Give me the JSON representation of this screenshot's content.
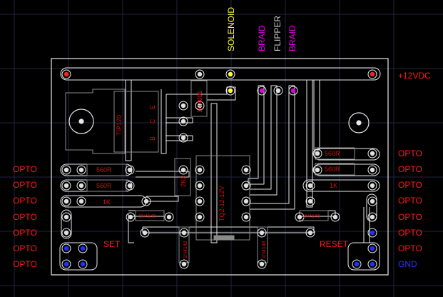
{
  "top_labels": {
    "solenoid": "SOLENOID",
    "braid_left": "BRAID",
    "flipper": "FLIPPER",
    "braid_right": "BRAID"
  },
  "right_labels": {
    "v12": "+12VDC",
    "opto": [
      "OPTO",
      "OPTO",
      "OPTO",
      "OPTO",
      "OPTO",
      "OPTO",
      "OPTO"
    ],
    "gnd": "GND"
  },
  "left_labels": {
    "opto": [
      "OPTO",
      "OPTO",
      "OPTO",
      "OPTO",
      "OPTO",
      "OPTO",
      "OPTO"
    ]
  },
  "board_labels": {
    "set": "SET",
    "reset": "RESET",
    "res_560r": "560R",
    "res_1k": "1K",
    "res_2k2": "2K2",
    "diode": "1N4001",
    "transistor": "TIP120",
    "tr_e": "E",
    "tr_c": "C",
    "tr_b": "B",
    "chip": "TQ2-12-12V",
    "dg": "1N4148"
  },
  "colors": {
    "label_red": "#ff1a1a",
    "solenoid": "#ffff33",
    "braid": "#e100e1",
    "flipper": "#c8c8c8",
    "gnd": "#2b35ff",
    "trace": "#e8e8e8",
    "silk": "#d01010",
    "pad_red": "#ff2020",
    "pad_blue": "#2030ff"
  }
}
